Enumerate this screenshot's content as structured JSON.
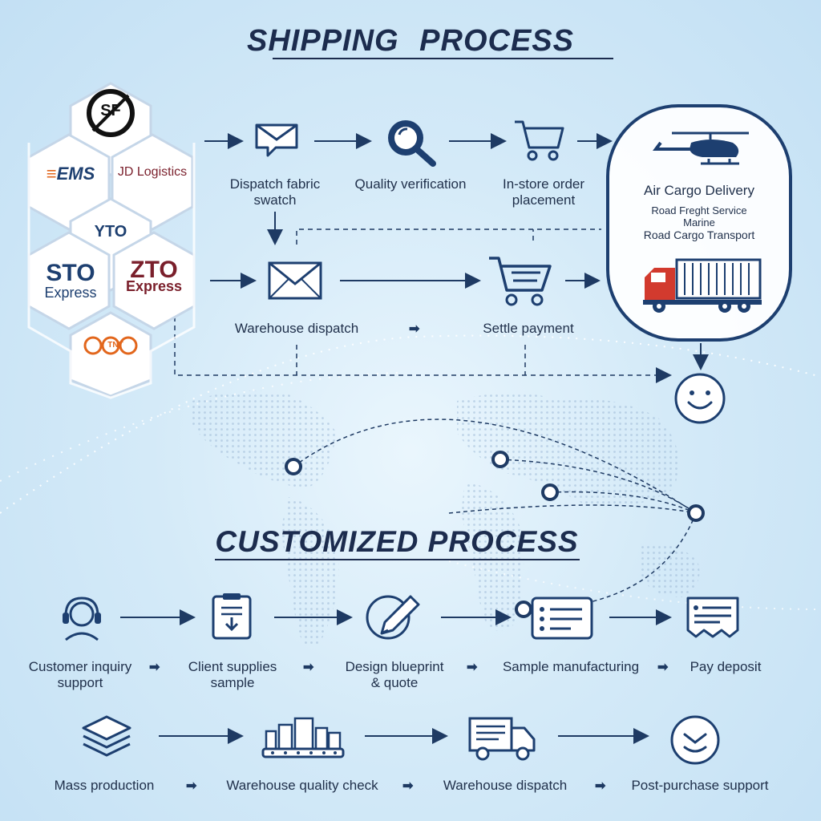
{
  "shipping": {
    "title": "SHIPPING PROCESS",
    "steps": {
      "dispatch_swatch": "Dispatch fabric\nswatch",
      "quality": "Quality verification",
      "instore": "In-store order\nplacement",
      "warehouse_dispatch": "Warehouse dispatch",
      "settle_payment": "Settle payment"
    },
    "carriers": {
      "sf": "SF",
      "ems": "EMS",
      "jd": "JD Logistics",
      "yto": "YTO",
      "sto_line1": "STO",
      "sto_line2": "Express",
      "zto_line1": "ZTO",
      "zto_line2": "Express",
      "tnt": "TNT"
    },
    "delivery": {
      "air": "Air Cargo Delivery",
      "road_freight": "Road Freght Service",
      "marine": "Marine",
      "road_cargo": "Road Cargo Transport"
    }
  },
  "customized": {
    "title": "CUSTOMIZED PROCESS",
    "row1": {
      "inquiry": "Customer inquiry\nsupport",
      "client_sample": "Client supplies\nsample",
      "blueprint": "Design blueprint\n& quote",
      "sample_mfg": "Sample manufacturing",
      "deposit": "Pay deposit"
    },
    "row2": {
      "mass": "Mass production",
      "wh_check": "Warehouse quality check",
      "wh_dispatch": "Warehouse dispatch",
      "post": "Post-purchase support"
    },
    "arrow_glyph": "➡"
  },
  "colors": {
    "navy": "#1d3f70",
    "title": "#1c2c4e",
    "truck_red": "#d23a2e",
    "ems_orange": "#e2661c",
    "zto_red": "#7a1f2b",
    "tnt_orange": "#e2661c"
  },
  "icons": [
    "envelope-icon",
    "magnifier-icon",
    "cart-icon",
    "helicopter-icon",
    "truck-icon",
    "smiley-icon",
    "headset-icon",
    "document-icon",
    "pen-icon",
    "form-icon",
    "invoice-icon",
    "layers-icon",
    "factory-icon",
    "delivery-truck-icon",
    "support-icon"
  ]
}
